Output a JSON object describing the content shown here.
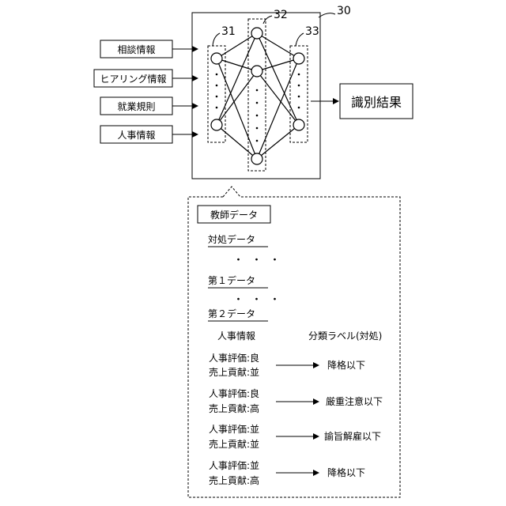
{
  "inputs": [
    "相談情報",
    "ヒアリング情報",
    "就業規則",
    "人事情報"
  ],
  "output": "識別結果",
  "refs": {
    "model": "30",
    "input_layer": "31",
    "hidden_layer": "32",
    "output_layer": "33"
  },
  "teacher": {
    "title": "教師データ",
    "items": [
      "対処データ",
      "第１データ",
      "第２データ"
    ],
    "ellipsis": "・・・",
    "col_left": "人事情報",
    "col_right": "分類ラベル(対処)",
    "rows": [
      {
        "line1": "人事評価:良",
        "line2": "売上貢献:並",
        "label": "降格以下"
      },
      {
        "line1": "人事評価:良",
        "line2": "売上貢献:高",
        "label": "厳重注意以下"
      },
      {
        "line1": "人事評価:並",
        "line2": "売上貢献:並",
        "label": "諭旨解雇以下"
      },
      {
        "line1": "人事評価:並",
        "line2": "売上貢献:高",
        "label": "降格以下"
      }
    ]
  }
}
